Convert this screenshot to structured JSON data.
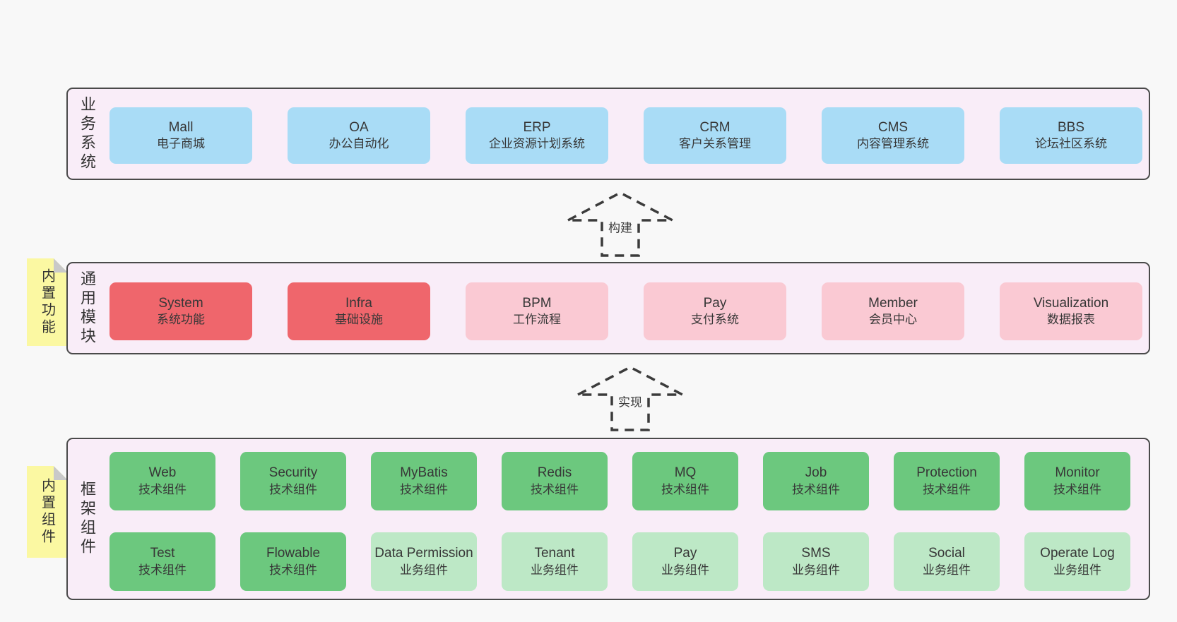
{
  "colors": {
    "page_bg": "#f8f8f8",
    "panel_bg": "#f9edf8",
    "panel_border": "#4a4a4a",
    "blue_box": "#a9dcf6",
    "red_box": "#ef666c",
    "pink_box": "#fac9d3",
    "green_dark_box": "#6cc87e",
    "green_light_box": "#bde8c6",
    "note_yellow": "#fbf8a2",
    "note_fold_gray": "#c9c9c9",
    "text": "#373737"
  },
  "business": {
    "label": "业务系统",
    "boxes": [
      {
        "en": "Mall",
        "cn": "电子商城"
      },
      {
        "en": "OA",
        "cn": "办公自动化"
      },
      {
        "en": "ERP",
        "cn": "企业资源计划系统"
      },
      {
        "en": "CRM",
        "cn": "客户关系管理"
      },
      {
        "en": "CMS",
        "cn": "内容管理系统"
      },
      {
        "en": "BBS",
        "cn": "论坛社区系统"
      }
    ]
  },
  "arrow_build": {
    "label": "构建"
  },
  "arrow_implement": {
    "label": "实现"
  },
  "modules": {
    "label": "通用模块",
    "note": "内置功能",
    "boxes": [
      {
        "en": "System",
        "cn": "系统功能"
      },
      {
        "en": "Infra",
        "cn": "基础设施"
      },
      {
        "en": "BPM",
        "cn": "工作流程"
      },
      {
        "en": "Pay",
        "cn": "支付系统"
      },
      {
        "en": "Member",
        "cn": "会员中心"
      },
      {
        "en": "Visualization",
        "cn": "数据报表"
      }
    ]
  },
  "components": {
    "label": "框架组件",
    "note": "内置组件",
    "row1": [
      {
        "en": "Web",
        "cn": "技术组件"
      },
      {
        "en": "Security",
        "cn": "技术组件"
      },
      {
        "en": "MyBatis",
        "cn": "技术组件"
      },
      {
        "en": "Redis",
        "cn": "技术组件"
      },
      {
        "en": "MQ",
        "cn": "技术组件"
      },
      {
        "en": "Job",
        "cn": "技术组件"
      },
      {
        "en": "Protection",
        "cn": "技术组件"
      },
      {
        "en": "Monitor",
        "cn": "技术组件"
      }
    ],
    "row2": [
      {
        "en": "Test",
        "cn": "技术组件"
      },
      {
        "en": "Flowable",
        "cn": "技术组件"
      },
      {
        "en": "Data Permission",
        "cn": "业务组件"
      },
      {
        "en": "Tenant",
        "cn": "业务组件"
      },
      {
        "en": "Pay",
        "cn": "业务组件"
      },
      {
        "en": "SMS",
        "cn": "业务组件"
      },
      {
        "en": "Social",
        "cn": "业务组件"
      },
      {
        "en": "Operate Log",
        "cn": "业务组件"
      }
    ]
  }
}
